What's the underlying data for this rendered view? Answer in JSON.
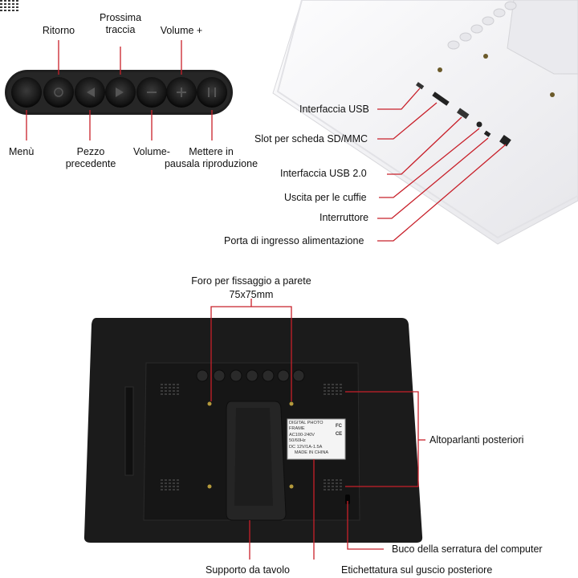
{
  "buttons_strip": {
    "top_labels": [
      {
        "id": "ritorno",
        "text": "Ritorno"
      },
      {
        "id": "prossima",
        "text": "Prossima\ntraccia"
      },
      {
        "id": "volume_plus",
        "text": "Volume +"
      }
    ],
    "bottom_labels": [
      {
        "id": "menu",
        "text": "Menù"
      },
      {
        "id": "pezzo",
        "text": "Pezzo\nprecedente"
      },
      {
        "id": "volume_minus",
        "text": "Volume-"
      },
      {
        "id": "pausa",
        "text": "Mettere in\npausala riproduzione"
      }
    ]
  },
  "side_ports": {
    "labels": [
      {
        "id": "usb",
        "text": "Interfaccia USB"
      },
      {
        "id": "sd",
        "text": "Slot per scheda SD/MMC"
      },
      {
        "id": "usb2",
        "text": "Interfaccia USB 2.0"
      },
      {
        "id": "cuffie",
        "text": "Uscita per le cuffie"
      },
      {
        "id": "interruttore",
        "text": "Interruttore"
      },
      {
        "id": "alimentazione",
        "text": "Porta di ingresso alimentazione"
      }
    ]
  },
  "back_panel": {
    "wall_mount_label": "Foro per fissaggio a parete\n75x75mm",
    "speakers_label": "Altoparlanti posteriori",
    "lock_label": "Buco della serratura del computer",
    "stand_label": "Supporto da tavolo",
    "rear_label_label": "Etichettatura sul guscio posteriore",
    "sticker_lines": [
      "DIGITAL PHOTO FRAME",
      "AC100-240V",
      "50/60Hz",
      "DC 12V/1A-1.5A",
      "MADE IN CHINA"
    ],
    "sticker_marks": [
      "FC",
      "CE"
    ]
  },
  "colors": {
    "callout_line": "#c8202a",
    "device_black": "#1b1b1b",
    "device_white": "#f3f3f5"
  }
}
